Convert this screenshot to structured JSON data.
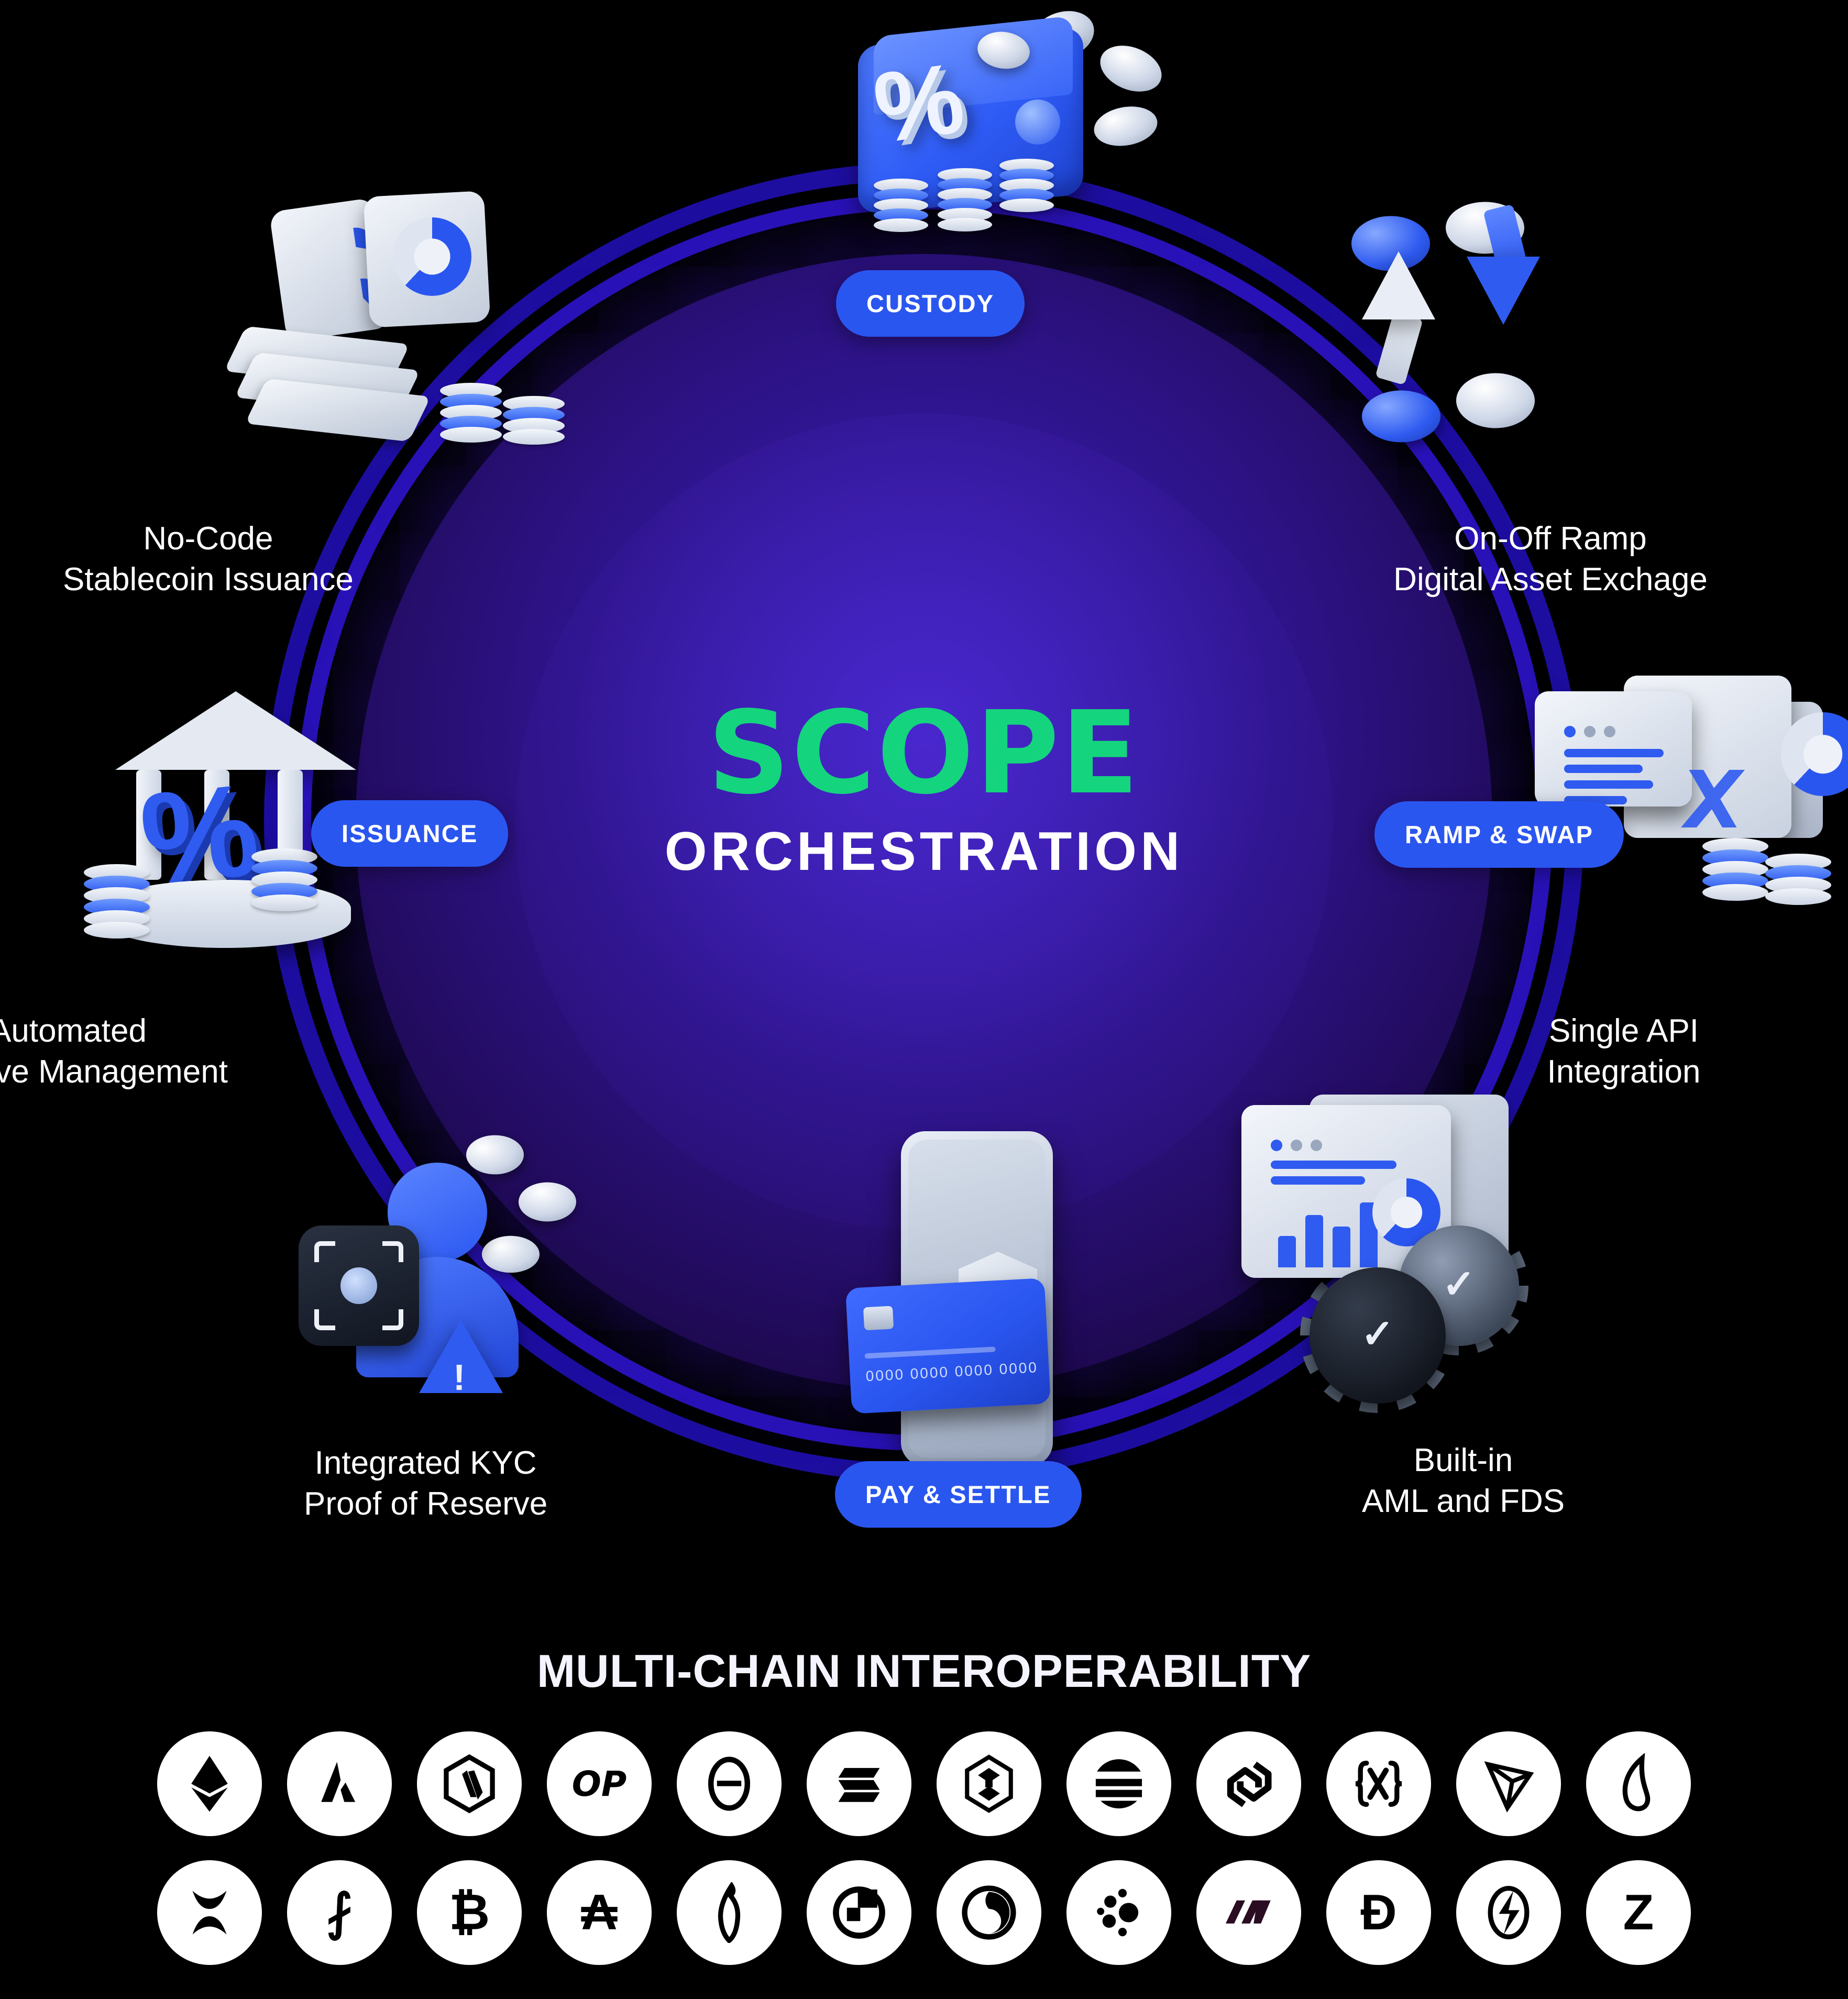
{
  "center": {
    "brand": "SCOPE",
    "subtitle": "ORCHESTRATION",
    "brand_color": "#14D47E",
    "subtitle_color": "#FFFFFF"
  },
  "accent": {
    "pill_blue": "#2A56F0",
    "ring_blue": "#1D0EA0",
    "disc_purple": "#2C1284",
    "background": "#000000"
  },
  "pills": [
    {
      "id": "custody",
      "label": "CUSTODY"
    },
    {
      "id": "issuance",
      "label": "ISSUANCE"
    },
    {
      "id": "ramp",
      "label": "RAMP & SWAP"
    },
    {
      "id": "pay",
      "label": "PAY & SETTLE"
    }
  ],
  "node_labels": {
    "no_code": {
      "line1": "No-Code",
      "line2": "Stablecoin Issuance"
    },
    "on_off": {
      "line1": "On-Off Ramp",
      "line2": "Digital Asset Exchage"
    },
    "automated": {
      "line1": "Automated",
      "line2": "Reserve Management"
    },
    "single_api": {
      "line1": "Single API",
      "line2": "Integration"
    },
    "kyc": {
      "line1": "Integrated KYC",
      "line2": "Proof of Reserve"
    },
    "aml": {
      "line1": "Built-in",
      "line2": "AML and FDS"
    }
  },
  "chains": {
    "title": "MULTI-CHAIN INTEROPERABILITY",
    "row1": [
      {
        "name": "ethereum-icon",
        "glyph": ""
      },
      {
        "name": "avalanche-icon",
        "glyph": ""
      },
      {
        "name": "arbitrum-icon",
        "glyph": ""
      },
      {
        "name": "optimism-icon",
        "glyph": "OP"
      },
      {
        "name": "theta-icon",
        "glyph": ""
      },
      {
        "name": "solana-icon",
        "glyph": ""
      },
      {
        "name": "bnb-chain-icon",
        "glyph": ""
      },
      {
        "name": "stellar-icon",
        "glyph": ""
      },
      {
        "name": "polygon-icon",
        "glyph": ""
      },
      {
        "name": "xdc-network-icon",
        "glyph": ""
      },
      {
        "name": "tron-icon",
        "glyph": ""
      },
      {
        "name": "kava-icon",
        "glyph": ""
      }
    ],
    "row2": [
      {
        "name": "sui-icon",
        "glyph": ""
      },
      {
        "name": "filecoin-icon",
        "glyph": "⨏"
      },
      {
        "name": "bitcoin-icon",
        "glyph": "₿"
      },
      {
        "name": "cardano-icon",
        "glyph": "₳"
      },
      {
        "name": "klaytn-icon",
        "glyph": ""
      },
      {
        "name": "flow-icon",
        "glyph": ""
      },
      {
        "name": "oasys-icon",
        "glyph": ""
      },
      {
        "name": "aptos-icon",
        "glyph": ""
      },
      {
        "name": "wemix-icon",
        "glyph": ""
      },
      {
        "name": "dogecoin-icon",
        "glyph": "Ð"
      },
      {
        "name": "elrond-icon",
        "glyph": ""
      },
      {
        "name": "zilliqa-icon",
        "glyph": "Z"
      }
    ]
  }
}
